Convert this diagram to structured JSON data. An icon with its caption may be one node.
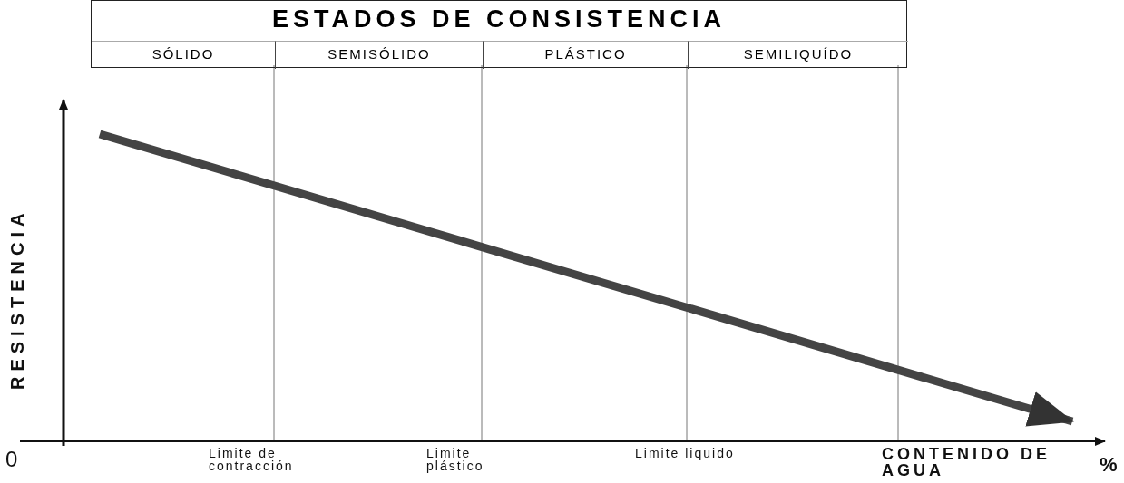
{
  "diagram": {
    "nodes": [
      {
        "text": [
          "ESTADOS DE CONSISTENCIA"
        ]
      },
      {
        "text": [
          "SÓLIDO"
        ],
        "in": 0
      },
      {
        "text": [
          "SEMISÓLIDO"
        ],
        "in": 0
      },
      {
        "text": [
          "PLÁSTICO"
        ],
        "in": 0
      },
      {
        "text": [
          "SEMILIQUÍDO"
        ],
        "in": 0
      }
    ],
    "edges": [],
    "labels": [
      "RESISTENCIA",
      "0",
      "Limite de contracción",
      "Limite plástico",
      "Limite liquido",
      "CONTENIDO DE AGUA",
      "%"
    ]
  }
}
